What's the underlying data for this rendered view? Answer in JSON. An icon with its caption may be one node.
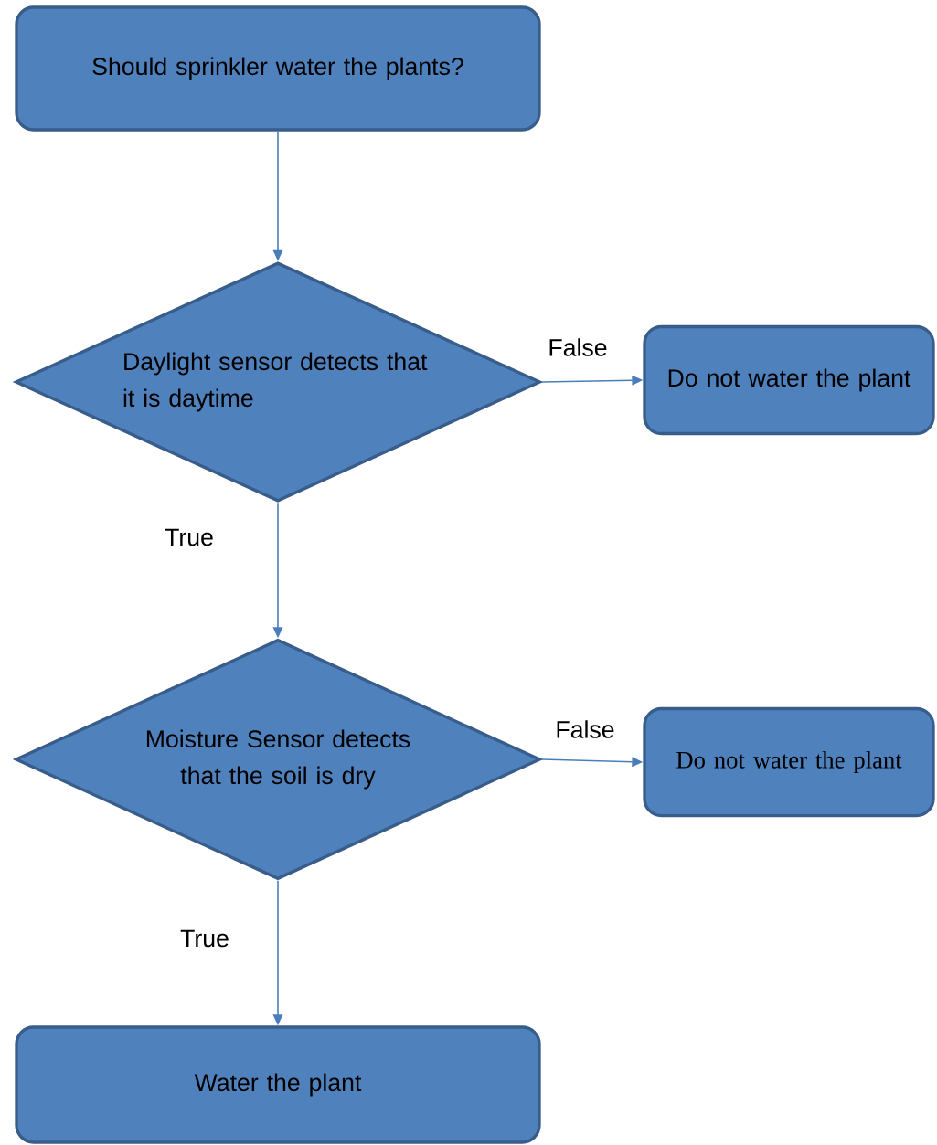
{
  "diagram": {
    "nodes": [
      {
        "text": [
          "Should sprinkler water the plants?"
        ]
      },
      {
        "text": [
          "Daylight sensor detects that it is daytime"
        ]
      },
      {
        "text": [
          "Do not water the plant"
        ]
      },
      {
        "text": [
          "Moisture Sensor detects that the soil is dry"
        ]
      },
      {
        "text": [
          "Do not water the plant"
        ]
      },
      {
        "text": [
          "Water the plant"
        ]
      }
    ],
    "edges": [
      {
        "from": 0,
        "to": 1,
        "arrow": "to"
      },
      {
        "from": 1,
        "to": 2,
        "arrow": "to",
        "label": "False"
      },
      {
        "from": 1,
        "to": 3,
        "arrow": "to",
        "label": "True"
      },
      {
        "from": 3,
        "to": 4,
        "arrow": "to",
        "label": "False"
      },
      {
        "from": 3,
        "to": 5,
        "arrow": "to",
        "label": "True"
      }
    ]
  }
}
